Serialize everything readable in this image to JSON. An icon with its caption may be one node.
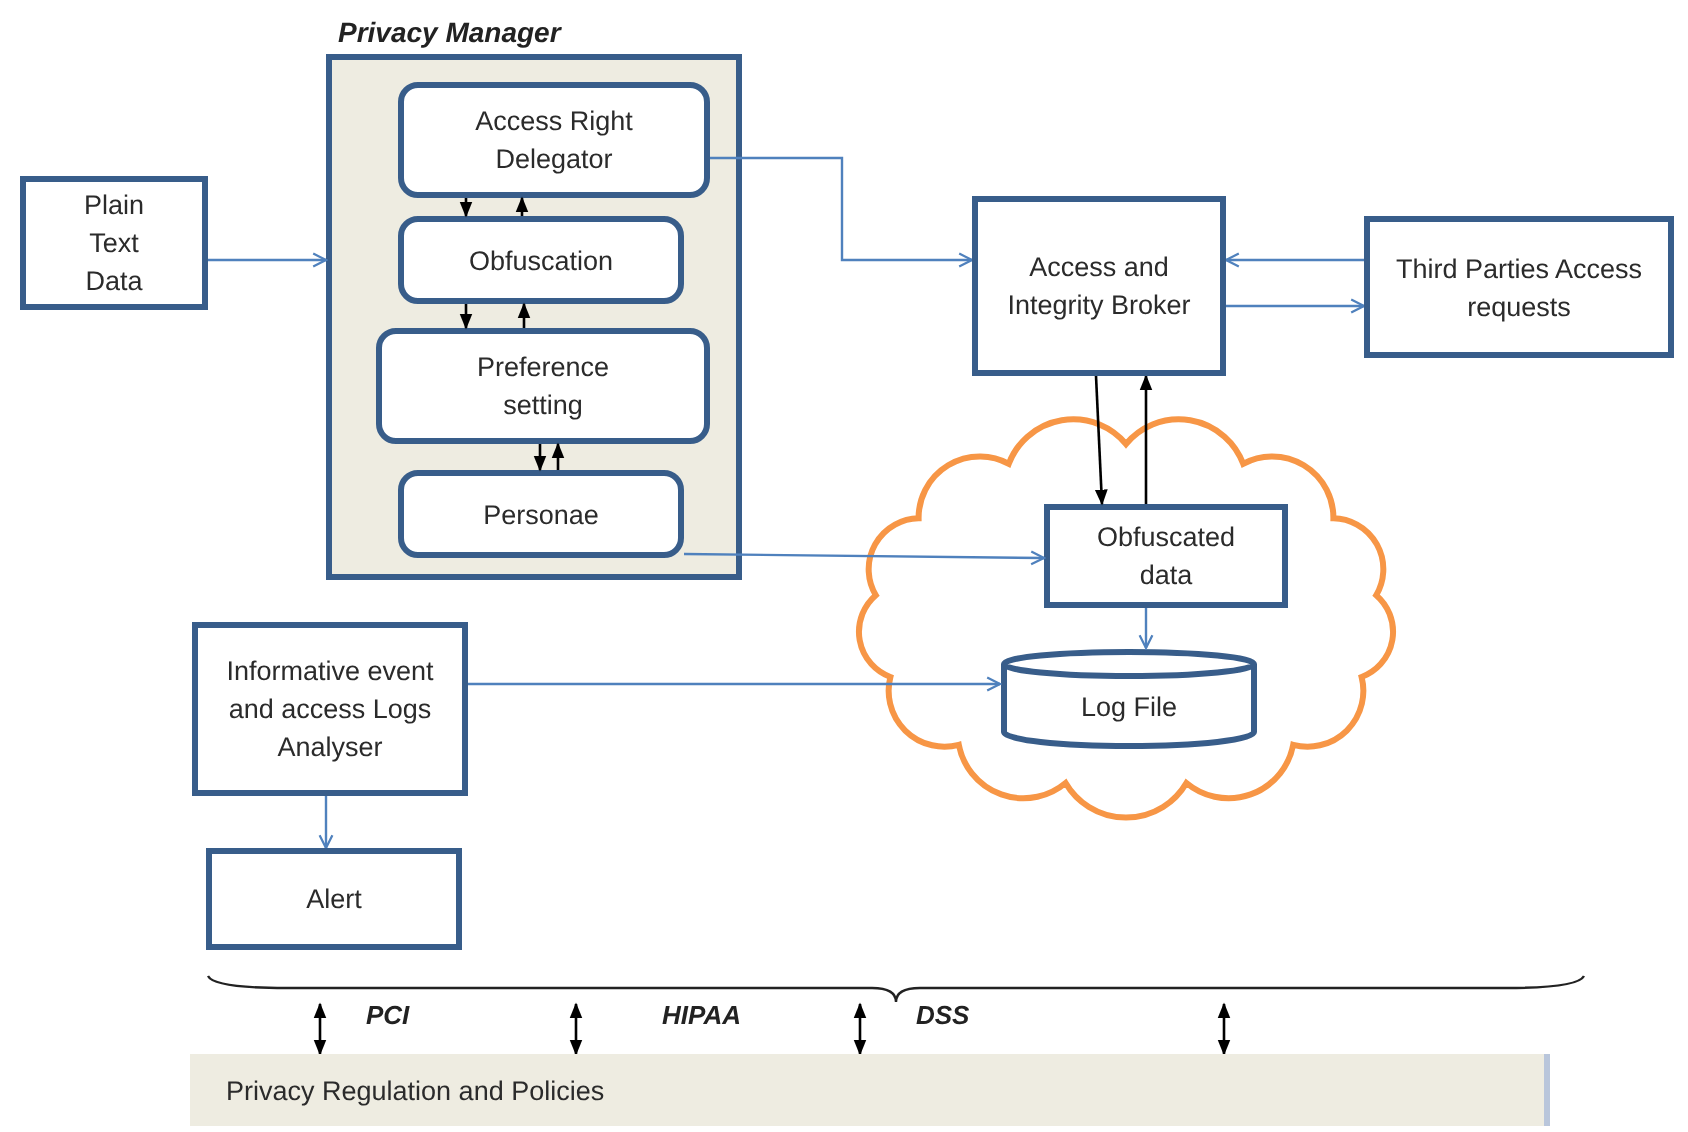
{
  "diagram": {
    "nodes": [
      {
        "text": [
          "Privacy Manager"
        ]
      },
      {
        "text": [
          "Access Right Delegator"
        ],
        "in": 0
      },
      {
        "text": [
          "Obfuscation"
        ],
        "in": 0
      },
      {
        "text": [
          "Preference setting"
        ],
        "in": 0
      },
      {
        "text": [
          "Personae"
        ],
        "in": 0
      },
      {
        "text": [
          "Plain Text Data"
        ]
      },
      {
        "text": [
          "Access and Integrity Broker"
        ]
      },
      {
        "text": [
          "Third Parties Access requests"
        ]
      },
      {
        "text": [],
        "shape": "cloud"
      },
      {
        "text": [
          "Obfuscated data"
        ],
        "in": 8
      },
      {
        "text": [
          "Log File"
        ],
        "in": 8
      },
      {
        "text": [
          "Informative event and access Logs Analyser"
        ]
      },
      {
        "text": [
          "Alert"
        ]
      },
      {
        "text": [],
        "shape": "brace"
      },
      {
        "text": [
          "Privacy Regulation and Policies"
        ]
      }
    ],
    "edges": [
      {
        "from": 5,
        "to": 0,
        "arrow": "to",
        "color": "#4f81bd"
      },
      {
        "from": 1,
        "to": 2,
        "arrow": "to"
      },
      {
        "from": 2,
        "to": 1,
        "arrow": "to"
      },
      {
        "from": 2,
        "to": 3,
        "arrow": "to"
      },
      {
        "from": 3,
        "to": 2,
        "arrow": "to"
      },
      {
        "from": 3,
        "to": 4,
        "arrow": "to"
      },
      {
        "from": 4,
        "to": 3,
        "arrow": "to"
      },
      {
        "from": 1,
        "to": 6,
        "arrow": "to",
        "color": "#4f81bd"
      },
      {
        "from": 7,
        "to": 6,
        "arrow": "to",
        "color": "#4f81bd"
      },
      {
        "from": 6,
        "to": 7,
        "arrow": "to",
        "color": "#4f81bd"
      },
      {
        "from": 6,
        "to": 9,
        "arrow": "to"
      },
      {
        "from": 9,
        "to": 6,
        "arrow": "to"
      },
      {
        "from": 4,
        "to": 9,
        "arrow": "to",
        "color": "#4f81bd"
      },
      {
        "from": 9,
        "to": 10,
        "arrow": "to",
        "color": "#4f81bd"
      },
      {
        "from": 11,
        "to": 10,
        "arrow": "to",
        "color": "#4f81bd"
      },
      {
        "from": 11,
        "to": 12,
        "arrow": "to",
        "color": "#4f81bd"
      },
      {
        "from": 13,
        "to": 14,
        "arrow": "both"
      },
      {
        "from": 13,
        "to": 14,
        "arrow": "both"
      },
      {
        "from": 13,
        "to": 14,
        "arrow": "both"
      },
      {
        "from": 13,
        "to": 14,
        "arrow": "both"
      }
    ],
    "labels": [
      "PCI",
      "HIPAA",
      "DSS"
    ]
  }
}
